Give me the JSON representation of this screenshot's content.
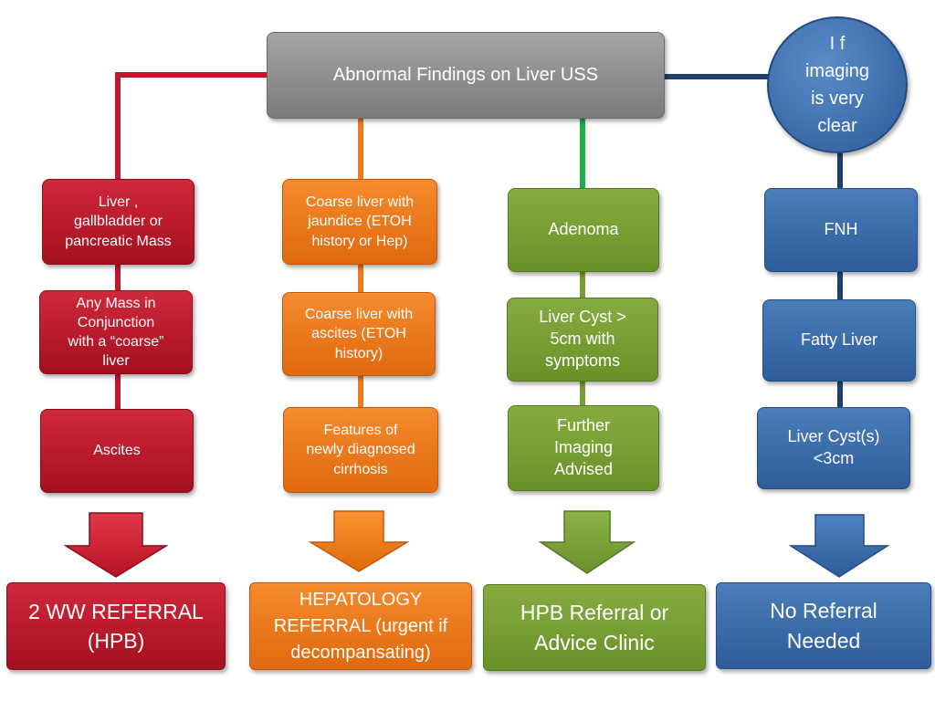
{
  "top": {
    "label": "Abnormal Findings on Liver USS"
  },
  "circle": {
    "label": "I f\nimaging\nis very\nclear"
  },
  "columns": [
    {
      "color": "#c0172f",
      "boxes": [
        "Liver ,\ngallbladder or\npancreatic Mass",
        "Any Mass in\nConjunction\nwith a “coarse”\nliver",
        "Ascites"
      ],
      "referral": "2 WW REFERRAL\n(HPB)"
    },
    {
      "color": "#ee7a1d",
      "boxes": [
        "Coarse liver with\njaundice (ETOH\nhistory or Hep)",
        "Coarse liver with\nascites (ETOH\nhistory)",
        "Features of\nnewly diagnosed\ncirrhosis"
      ],
      "referral": "HEPATOLOGY\nREFERRAL (urgent if\ndecompansating)"
    },
    {
      "color": "#77a034",
      "boxes": [
        "Adenoma",
        "Liver Cyst >\n5cm with\nsymptoms",
        "Further\nImaging\nAdvised"
      ],
      "referral": "HPB Referral or\nAdvice Clinic"
    },
    {
      "color": "#3a6cab",
      "boxes": [
        "FNH",
        "Fatty Liver",
        "Liver Cyst(s)\n<3cm"
      ],
      "referral": "No Referral\nNeeded"
    }
  ]
}
